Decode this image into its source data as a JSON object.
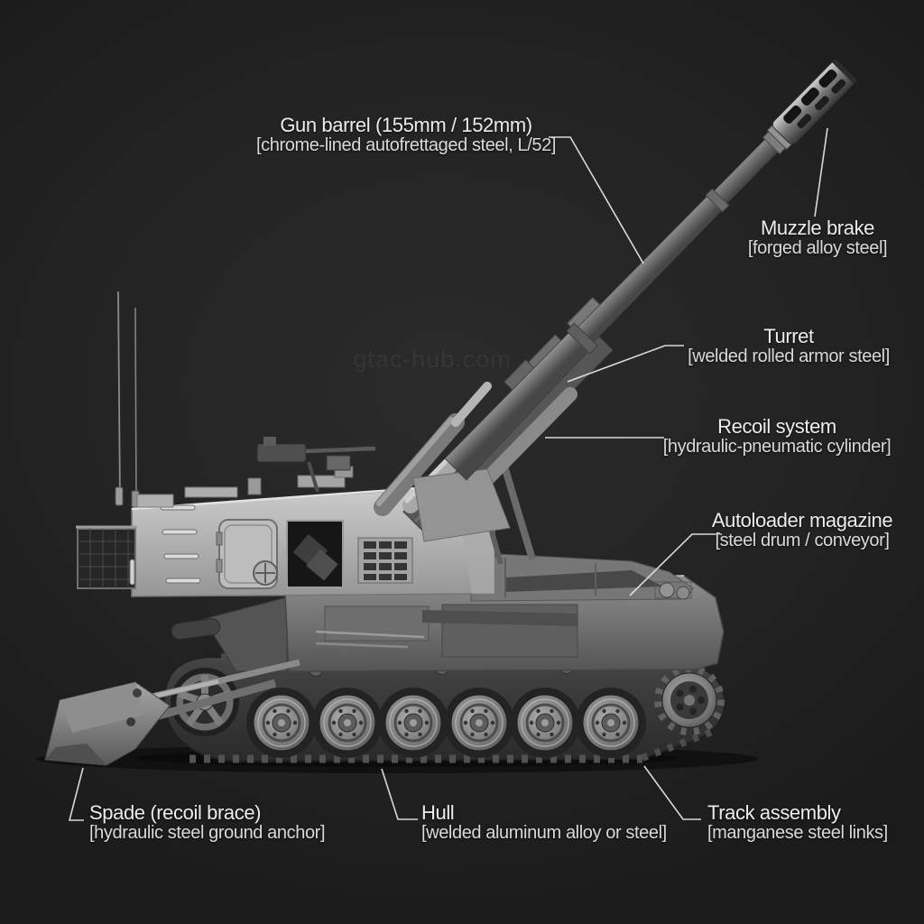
{
  "watermark": "gtac-hub.com",
  "colors": {
    "background": "#232323",
    "label_text": "#ececec",
    "label_subtext": "#d9d9d9",
    "leader_line": "#e3e3e3",
    "vehicle_light_gray": "#c6c6c6",
    "vehicle_mid_gray": "#848484",
    "vehicle_dark_gray": "#3a3a3a"
  },
  "diagram": {
    "subject": "Self-propelled howitzer labeled parts diagram, side view",
    "labels": [
      {
        "id": "gun-barrel",
        "title": "Gun barrel (155mm / 152mm)",
        "subtitle": "[chrome-lined autofrettaged steel, L/52]"
      },
      {
        "id": "muzzle-brake",
        "title": "Muzzle brake",
        "subtitle": "[forged alloy steel]"
      },
      {
        "id": "turret",
        "title": "Turret",
        "subtitle": "[welded rolled armor steel]"
      },
      {
        "id": "recoil",
        "title": "Recoil system",
        "subtitle": "[hydraulic-pneumatic cylinder]"
      },
      {
        "id": "autoloader",
        "title": "Autoloader magazine",
        "subtitle": "[steel drum / conveyor]"
      },
      {
        "id": "spade",
        "title": "Spade (recoil brace)",
        "subtitle": "[hydraulic steel ground anchor]"
      },
      {
        "id": "hull",
        "title": "Hull",
        "subtitle": "[welded aluminum alloy or steel]"
      },
      {
        "id": "track",
        "title": "Track assembly",
        "subtitle": "[manganese steel links]"
      }
    ]
  }
}
